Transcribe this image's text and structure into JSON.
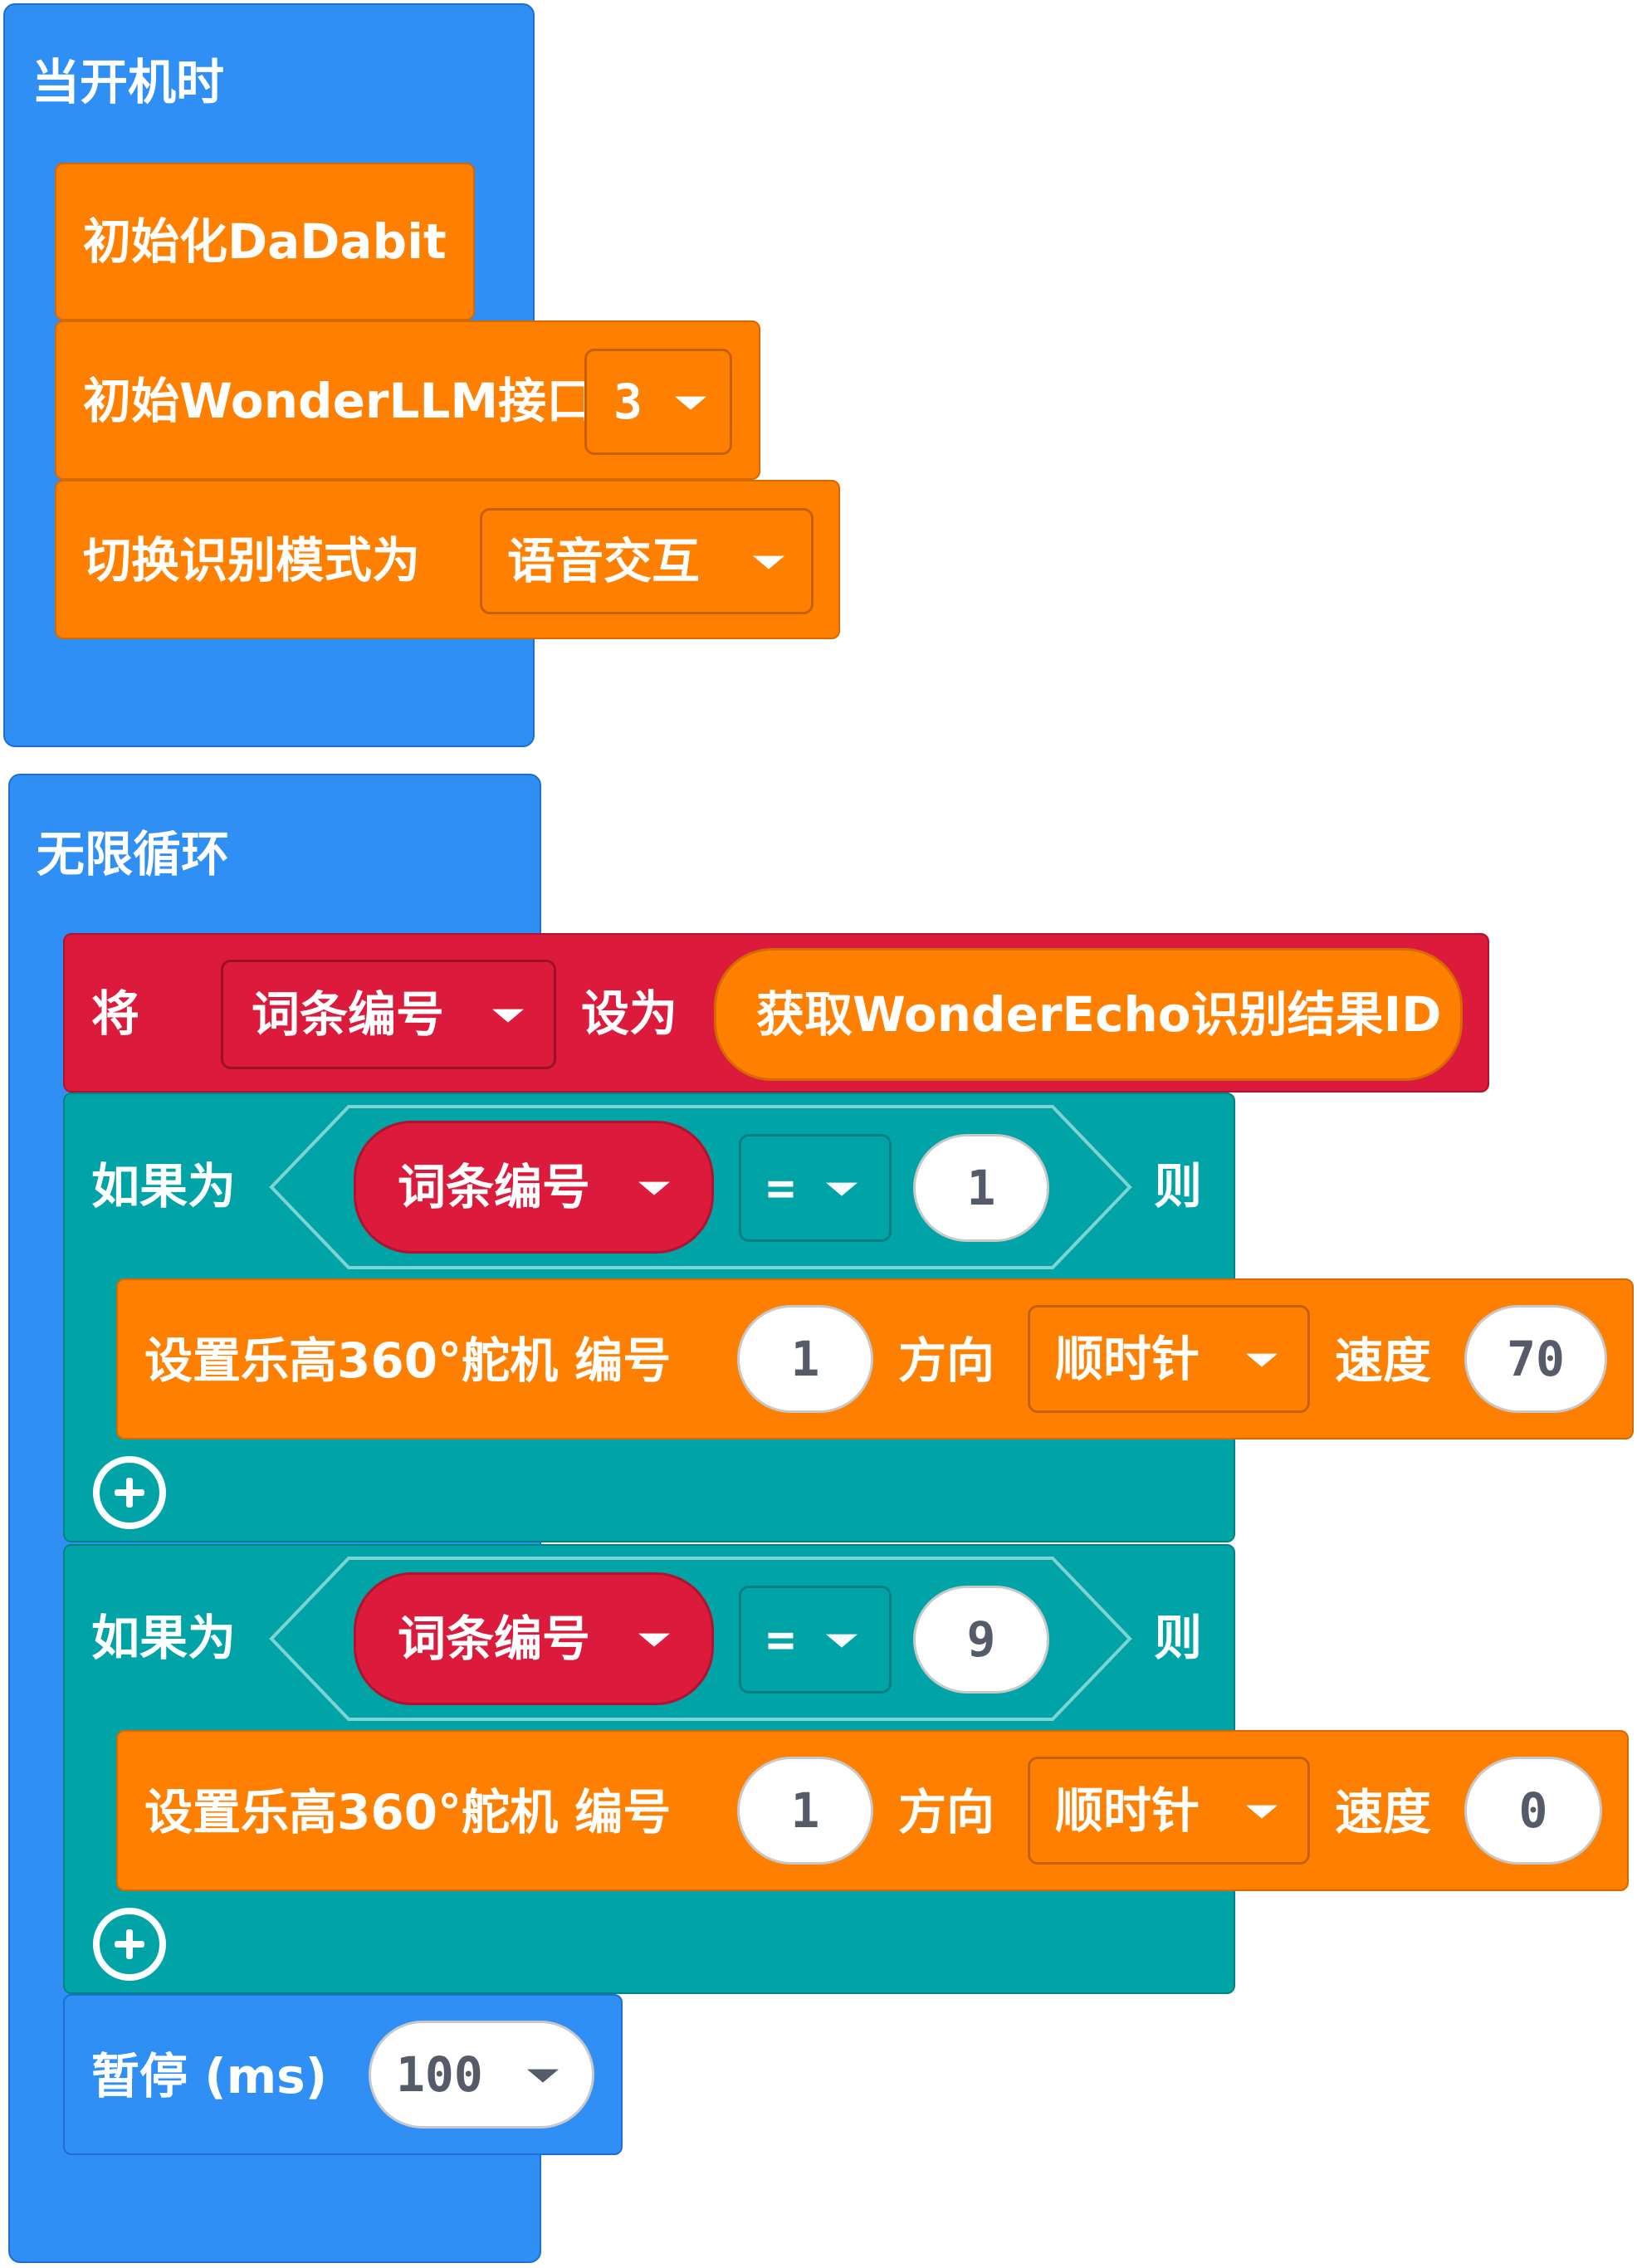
{
  "on_start": {
    "hat_label": "当开机时",
    "init_dadabit": "初始化DaDabit",
    "init_llm": {
      "label": "初始WonderLLM接口",
      "port": "3"
    },
    "switch_mode": {
      "label": "切换识别模式为",
      "mode": "语音交互"
    }
  },
  "forever": {
    "hat_label": "无限循环",
    "set_var": {
      "label_set": "将",
      "variable": "词条编号",
      "label_to": "设为",
      "reporter": "获取WonderEcho识别结果ID"
    },
    "if_blocks": [
      {
        "label_if": "如果为",
        "variable": "词条编号",
        "operator": "=",
        "value": "1",
        "label_then": "则",
        "servo": {
          "label": "设置乐高360°舵机 编号",
          "id": "1",
          "label_direction": "方向",
          "direction": "顺时针",
          "label_speed": "速度",
          "speed": "70"
        }
      },
      {
        "label_if": "如果为",
        "variable": "词条编号",
        "operator": "=",
        "value": "9",
        "label_then": "则",
        "servo": {
          "label": "设置乐高360°舵机 编号",
          "id": "1",
          "label_direction": "方向",
          "direction": "顺时针",
          "label_speed": "速度",
          "speed": "0"
        }
      }
    ],
    "pause": {
      "label": "暂停 (ms)",
      "value": "100"
    }
  },
  "colors": {
    "basic_blue": "#2f8ff5",
    "extension_orange": "#ff7f00",
    "variable_red": "#dc1b3c",
    "logic_teal": "#00a4a6"
  }
}
